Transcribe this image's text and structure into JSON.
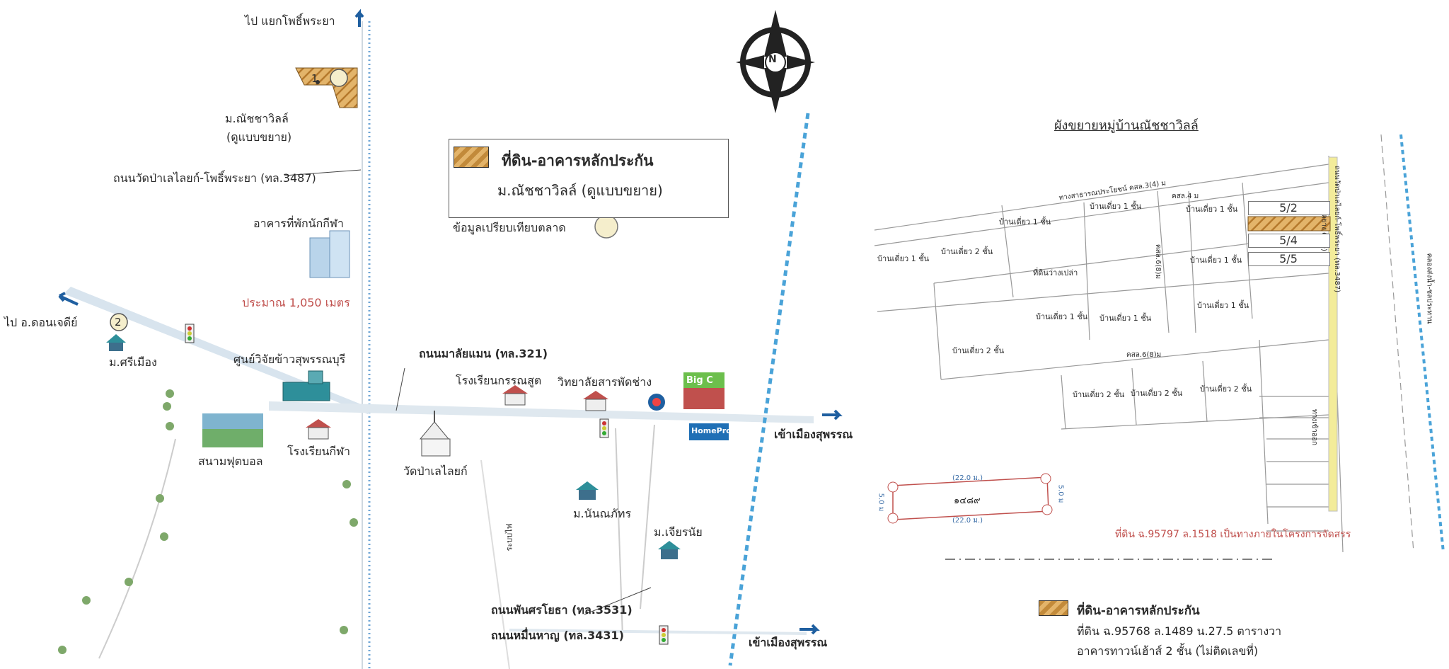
{
  "map": {
    "to_phothiphraya_label": "ไป แยกโพธิ์พระยา",
    "village_label_line1": "ม.ณัชชาวิลล์",
    "village_label_line2": "(ดูแบบขยาย)",
    "road_3487_label": "ถนนวัดป่าเลไลยก์-โพธิ์พระยา (ทล.3487)",
    "athlete_building_label": "อาคารที่พักนักกีฬา",
    "distance_label": "ประมาณ 1,050 เมตร",
    "to_donchedi_label": "ไป อ.ดอนเจดีย์",
    "srimuang_label": "ม.ศรีเมือง",
    "rice_center_label": "ศูนย์วิจัยข้าวสุพรรณบุรี",
    "stadium_label": "สนามฟุตบอล",
    "sport_school_label": "โรงเรียนกีฬา",
    "watpa_label": "วัดป่าเลไลยก์",
    "road_321_label": "ถนนมาลัยแมน (ทล.321)",
    "kannasoot_label": "โรงเรียนกรรณสูต",
    "college_label": "วิทยาลัยสารพัดช่าง",
    "to_city_label_1": "เข้าเมืองสุพรรณ",
    "to_city_label_2": "เข้าเมืองสุพรรณ",
    "nanthaphat_label": "ม.นันณภัทร",
    "chianai_label": "ม.เจียรนัย",
    "road_3531_label": "ถนนพันศรโยธา (ทล.3531)",
    "road_3431_label": "ถนนหมื่นหาญ (ทล.3431)",
    "powerline_label": "ระบบไฟ",
    "comparison_label": "ข้อมูลเปรียบเทียบตลาด",
    "compass_label": "N",
    "marker_1": "1",
    "marker_2": "2",
    "bigc_label": "Big C",
    "homepro_label": "HomePro"
  },
  "legend_main": {
    "title": "ที่ดิน-อาคารหลักประกัน",
    "subtitle": "ม.ณัชชาวิลล์ (ดูแบบขยาย)"
  },
  "inset": {
    "title": "ผังขยายหมู่บ้านณัชชาวิลล์",
    "public_road": "ทางสาธารณประโยชน์ คสล.3(4) ม",
    "road_label_1": "คสล.4 ม",
    "road_label_2": "คสล.6(8)ม",
    "road_label_3": "คสล.6(8)ม",
    "main_road_line1": "ถนนวัดป่าเลไลยก์-โพธิ์พระยา (ทล.3487)",
    "main_road_line2": "ลาดยาง 6(10) ม",
    "canal_label": "คลองส่งน้ำ-ชลประทาน",
    "house_1_floor": "บ้านเดี่ยว 1 ชั้น",
    "house_2_floor": "บ้านเดี่ยว 2 ชั้น",
    "vacant_land": "ที่ดินว่างเปล่า",
    "side_road": "ทางเข้าออก",
    "plot_5_2": "5/2",
    "plot_5_4": "5/4",
    "plot_5_5": "5/5",
    "parcel_number": "๑๔๘๙",
    "dim_top": "(22.0 ม.)",
    "dim_bottom": "(22.0 ม.)",
    "dim_left": "5.0 ม",
    "dim_right": "5.0 ม",
    "note": "ที่ดิน ฉ.95797 ล.1518 เป็นทางภายในโครงการจัดสรร"
  },
  "legend_bottom": {
    "title": "ที่ดิน-อาคารหลักประกัน",
    "line1": "ที่ดิน ฉ.95768 ล.1489 น.27.5 ตารางวา",
    "line2": "อาคารทาวน์เฮ้าส์ 2 ชั้น (ไม่ติดเลขที่)"
  }
}
